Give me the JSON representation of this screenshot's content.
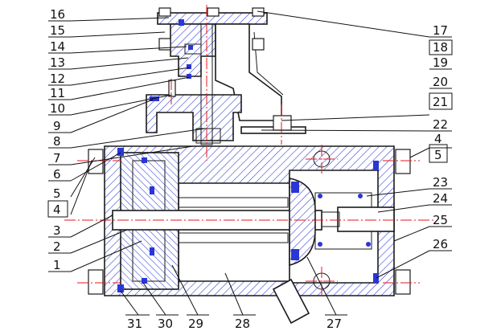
{
  "colors": {
    "hatch": "#3a46d8",
    "outline": "#1a1a1a",
    "centerline": "#e8141e",
    "seal": "#2a36d6"
  },
  "callouts": [
    {
      "id": "16",
      "text": "16"
    },
    {
      "id": "15",
      "text": "15"
    },
    {
      "id": "14",
      "text": "14"
    },
    {
      "id": "13",
      "text": "13"
    },
    {
      "id": "12",
      "text": "12"
    },
    {
      "id": "11",
      "text": "11"
    },
    {
      "id": "10",
      "text": "10"
    },
    {
      "id": "9",
      "text": "9"
    },
    {
      "id": "8",
      "text": "8"
    },
    {
      "id": "7",
      "text": "7"
    },
    {
      "id": "6",
      "text": "6"
    },
    {
      "id": "5L",
      "text": "5"
    },
    {
      "id": "4L",
      "text": "4"
    },
    {
      "id": "3",
      "text": "3"
    },
    {
      "id": "2",
      "text": "2"
    },
    {
      "id": "1",
      "text": "1"
    },
    {
      "id": "17",
      "text": "17"
    },
    {
      "id": "18",
      "text": "18"
    },
    {
      "id": "19",
      "text": "19"
    },
    {
      "id": "20",
      "text": "20"
    },
    {
      "id": "21",
      "text": "21"
    },
    {
      "id": "22",
      "text": "22"
    },
    {
      "id": "4R",
      "text": "4"
    },
    {
      "id": "5R",
      "text": "5"
    },
    {
      "id": "23",
      "text": "23"
    },
    {
      "id": "24",
      "text": "24"
    },
    {
      "id": "25",
      "text": "25"
    },
    {
      "id": "26",
      "text": "26"
    },
    {
      "id": "31",
      "text": "31"
    },
    {
      "id": "30",
      "text": "30"
    },
    {
      "id": "29",
      "text": "29"
    },
    {
      "id": "28",
      "text": "28"
    },
    {
      "id": "27",
      "text": "27"
    }
  ]
}
